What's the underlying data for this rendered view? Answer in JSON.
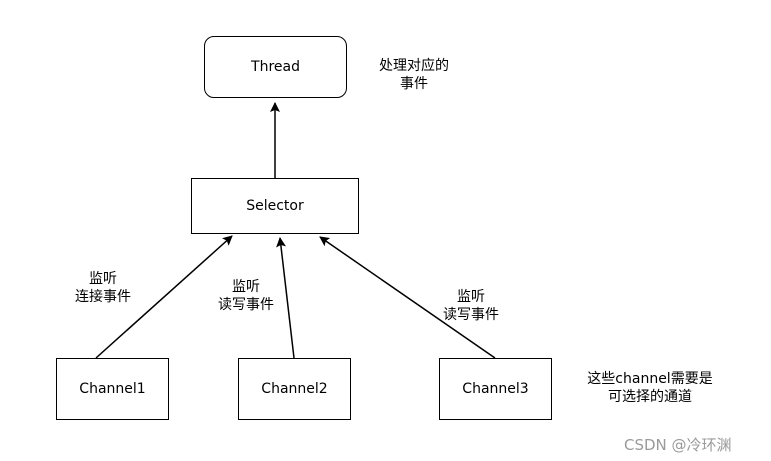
{
  "nodes": {
    "thread": "Thread",
    "selector": "Selector",
    "channel1": "Channel1",
    "channel2": "Channel2",
    "channel3": "Channel3"
  },
  "annotations": {
    "thread_note": [
      "处理对应的",
      "事件"
    ],
    "edge1_note": [
      "监听",
      "连接事件"
    ],
    "edge2_note": [
      "监听",
      "读写事件"
    ],
    "edge3_note": [
      "监听",
      "读写事件"
    ],
    "channel_note": [
      "这些channel需要是",
      "可选择的通道"
    ]
  },
  "watermark": "CSDN @冷环渊"
}
